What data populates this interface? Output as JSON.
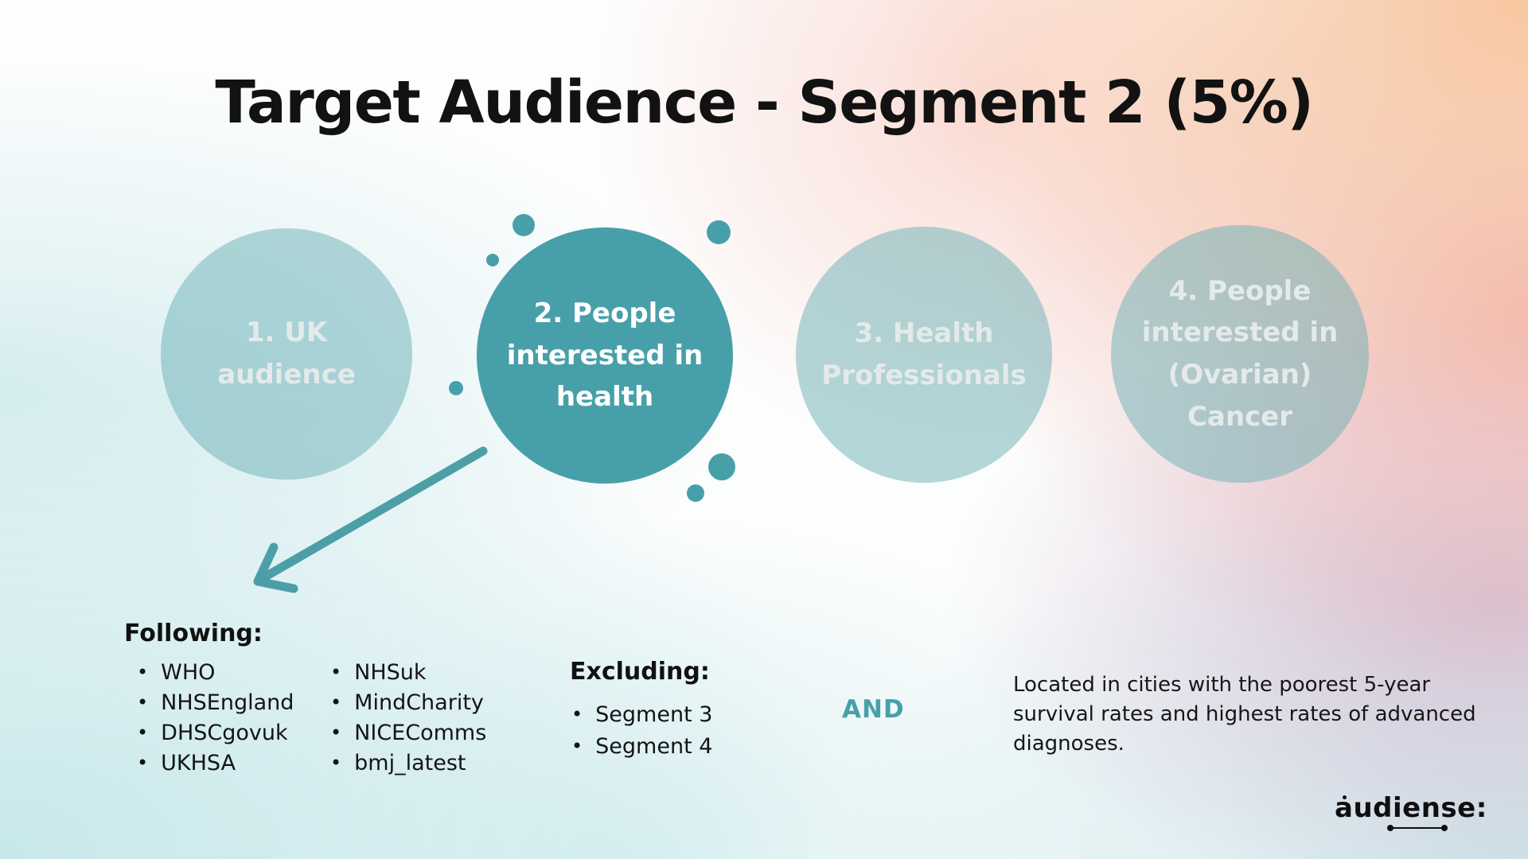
{
  "slide": {
    "title": "Target Audience - Segment 2 (5%)"
  },
  "segments": [
    {
      "label": "1. UK audience"
    },
    {
      "label": "2. People interested in health"
    },
    {
      "label": "3. Health Professionals"
    },
    {
      "label": "4. People interested in (Ovarian) Cancer"
    }
  ],
  "following": {
    "heading": "Following:",
    "column1": [
      "WHO",
      "NHSEngland",
      "DHSCgovuk",
      "UKHSA"
    ],
    "column2": [
      "NHSuk",
      "MindCharity",
      "NICEComms",
      "bmj_latest"
    ]
  },
  "excluding": {
    "heading": "Excluding:",
    "items": [
      "Segment 3",
      "Segment 4"
    ]
  },
  "operator": {
    "label": "AND"
  },
  "location_note": {
    "lines": [
      "Located in cities with the poorest 5-year",
      "survival rates and highest rates of advanced",
      "diagnoses."
    ]
  },
  "logo": {
    "text": "audiense:"
  },
  "colors": {
    "accent_teal": "#47A0A9",
    "light_circle_teal": "#A8D1D5",
    "text_black": "#121212",
    "peach_top_right": "#F8C7A0",
    "salmon_right": "#F0B2AC",
    "cyan_left": "#D8EEF0"
  }
}
